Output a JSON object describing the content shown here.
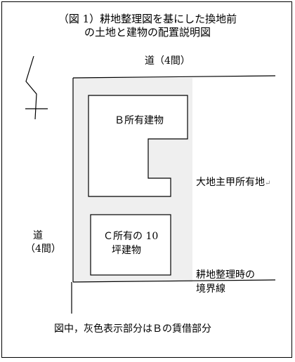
{
  "title": {
    "line1": "（図 1）耕地整理図を基にした換地前",
    "line2": "の土地と建物の配置説明図"
  },
  "labels": {
    "road_top": "道（4間）",
    "b_building": "Ｂ所有建物",
    "landowner_plot": "大地主甲所有地",
    "landowner_plot_mark": "↵",
    "road_left_1": "道",
    "road_left_2": "（4間）",
    "c_building_1": "Ｃ所有の 10",
    "c_building_2": "坪建物",
    "boundary_1": "耕地整理時の",
    "boundary_2": "境界線",
    "caption": "図中，灰色表示部分はＢの賃借部分"
  },
  "colors": {
    "leased_area": "#efefef",
    "line": "#000000"
  }
}
